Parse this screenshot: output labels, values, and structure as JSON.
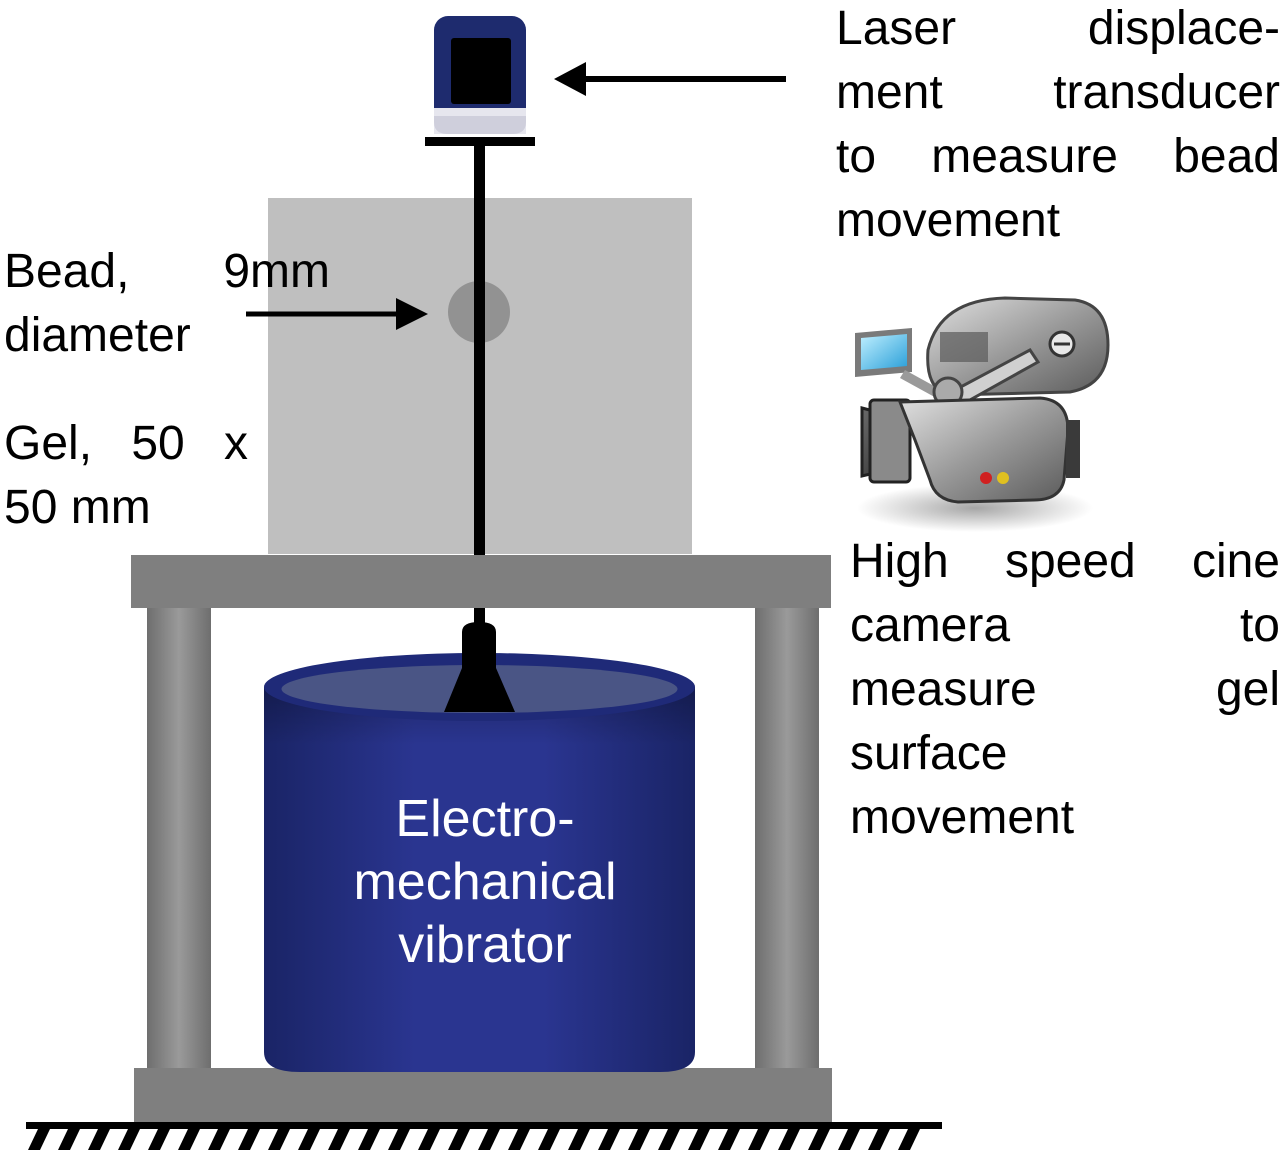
{
  "labels": {
    "laser": {
      "lines": [
        {
          "words": [
            "Laser",
            "displace-"
          ]
        },
        {
          "words": [
            "ment",
            "transducer"
          ]
        },
        {
          "words": [
            "to",
            "measure",
            "bead"
          ]
        },
        {
          "words": [
            "movement"
          ]
        }
      ]
    },
    "bead": {
      "lines": [
        {
          "words": [
            "Bead,",
            "9mm"
          ]
        },
        {
          "words": [
            "diameter"
          ]
        }
      ]
    },
    "gel": {
      "lines": [
        {
          "words": [
            "Gel,",
            "50",
            "x"
          ]
        },
        {
          "words": [
            "50 mm"
          ]
        }
      ]
    },
    "camera": {
      "lines": [
        {
          "words": [
            "High",
            "speed",
            "cine"
          ]
        },
        {
          "words": [
            "camera",
            "to"
          ]
        },
        {
          "words": [
            "measure",
            "gel"
          ]
        },
        {
          "words": [
            "surface"
          ]
        },
        {
          "words": [
            "movement"
          ]
        }
      ]
    },
    "vibrator": {
      "lines": [
        "Electro-",
        "mechanical",
        "vibrator"
      ]
    }
  },
  "colors": {
    "gel_block": "#bfbfbf",
    "stand_gray": "#7f7f7f",
    "vibrator_blue": "#1f2a78",
    "vibrator_top": "#4a5585",
    "transducer_blue": "#1e2b6e",
    "bead": "#8a8a8a",
    "ink": "#000000"
  },
  "icons": {
    "camera": "movie-camera-icon",
    "transducer": "laser-transducer-icon"
  }
}
